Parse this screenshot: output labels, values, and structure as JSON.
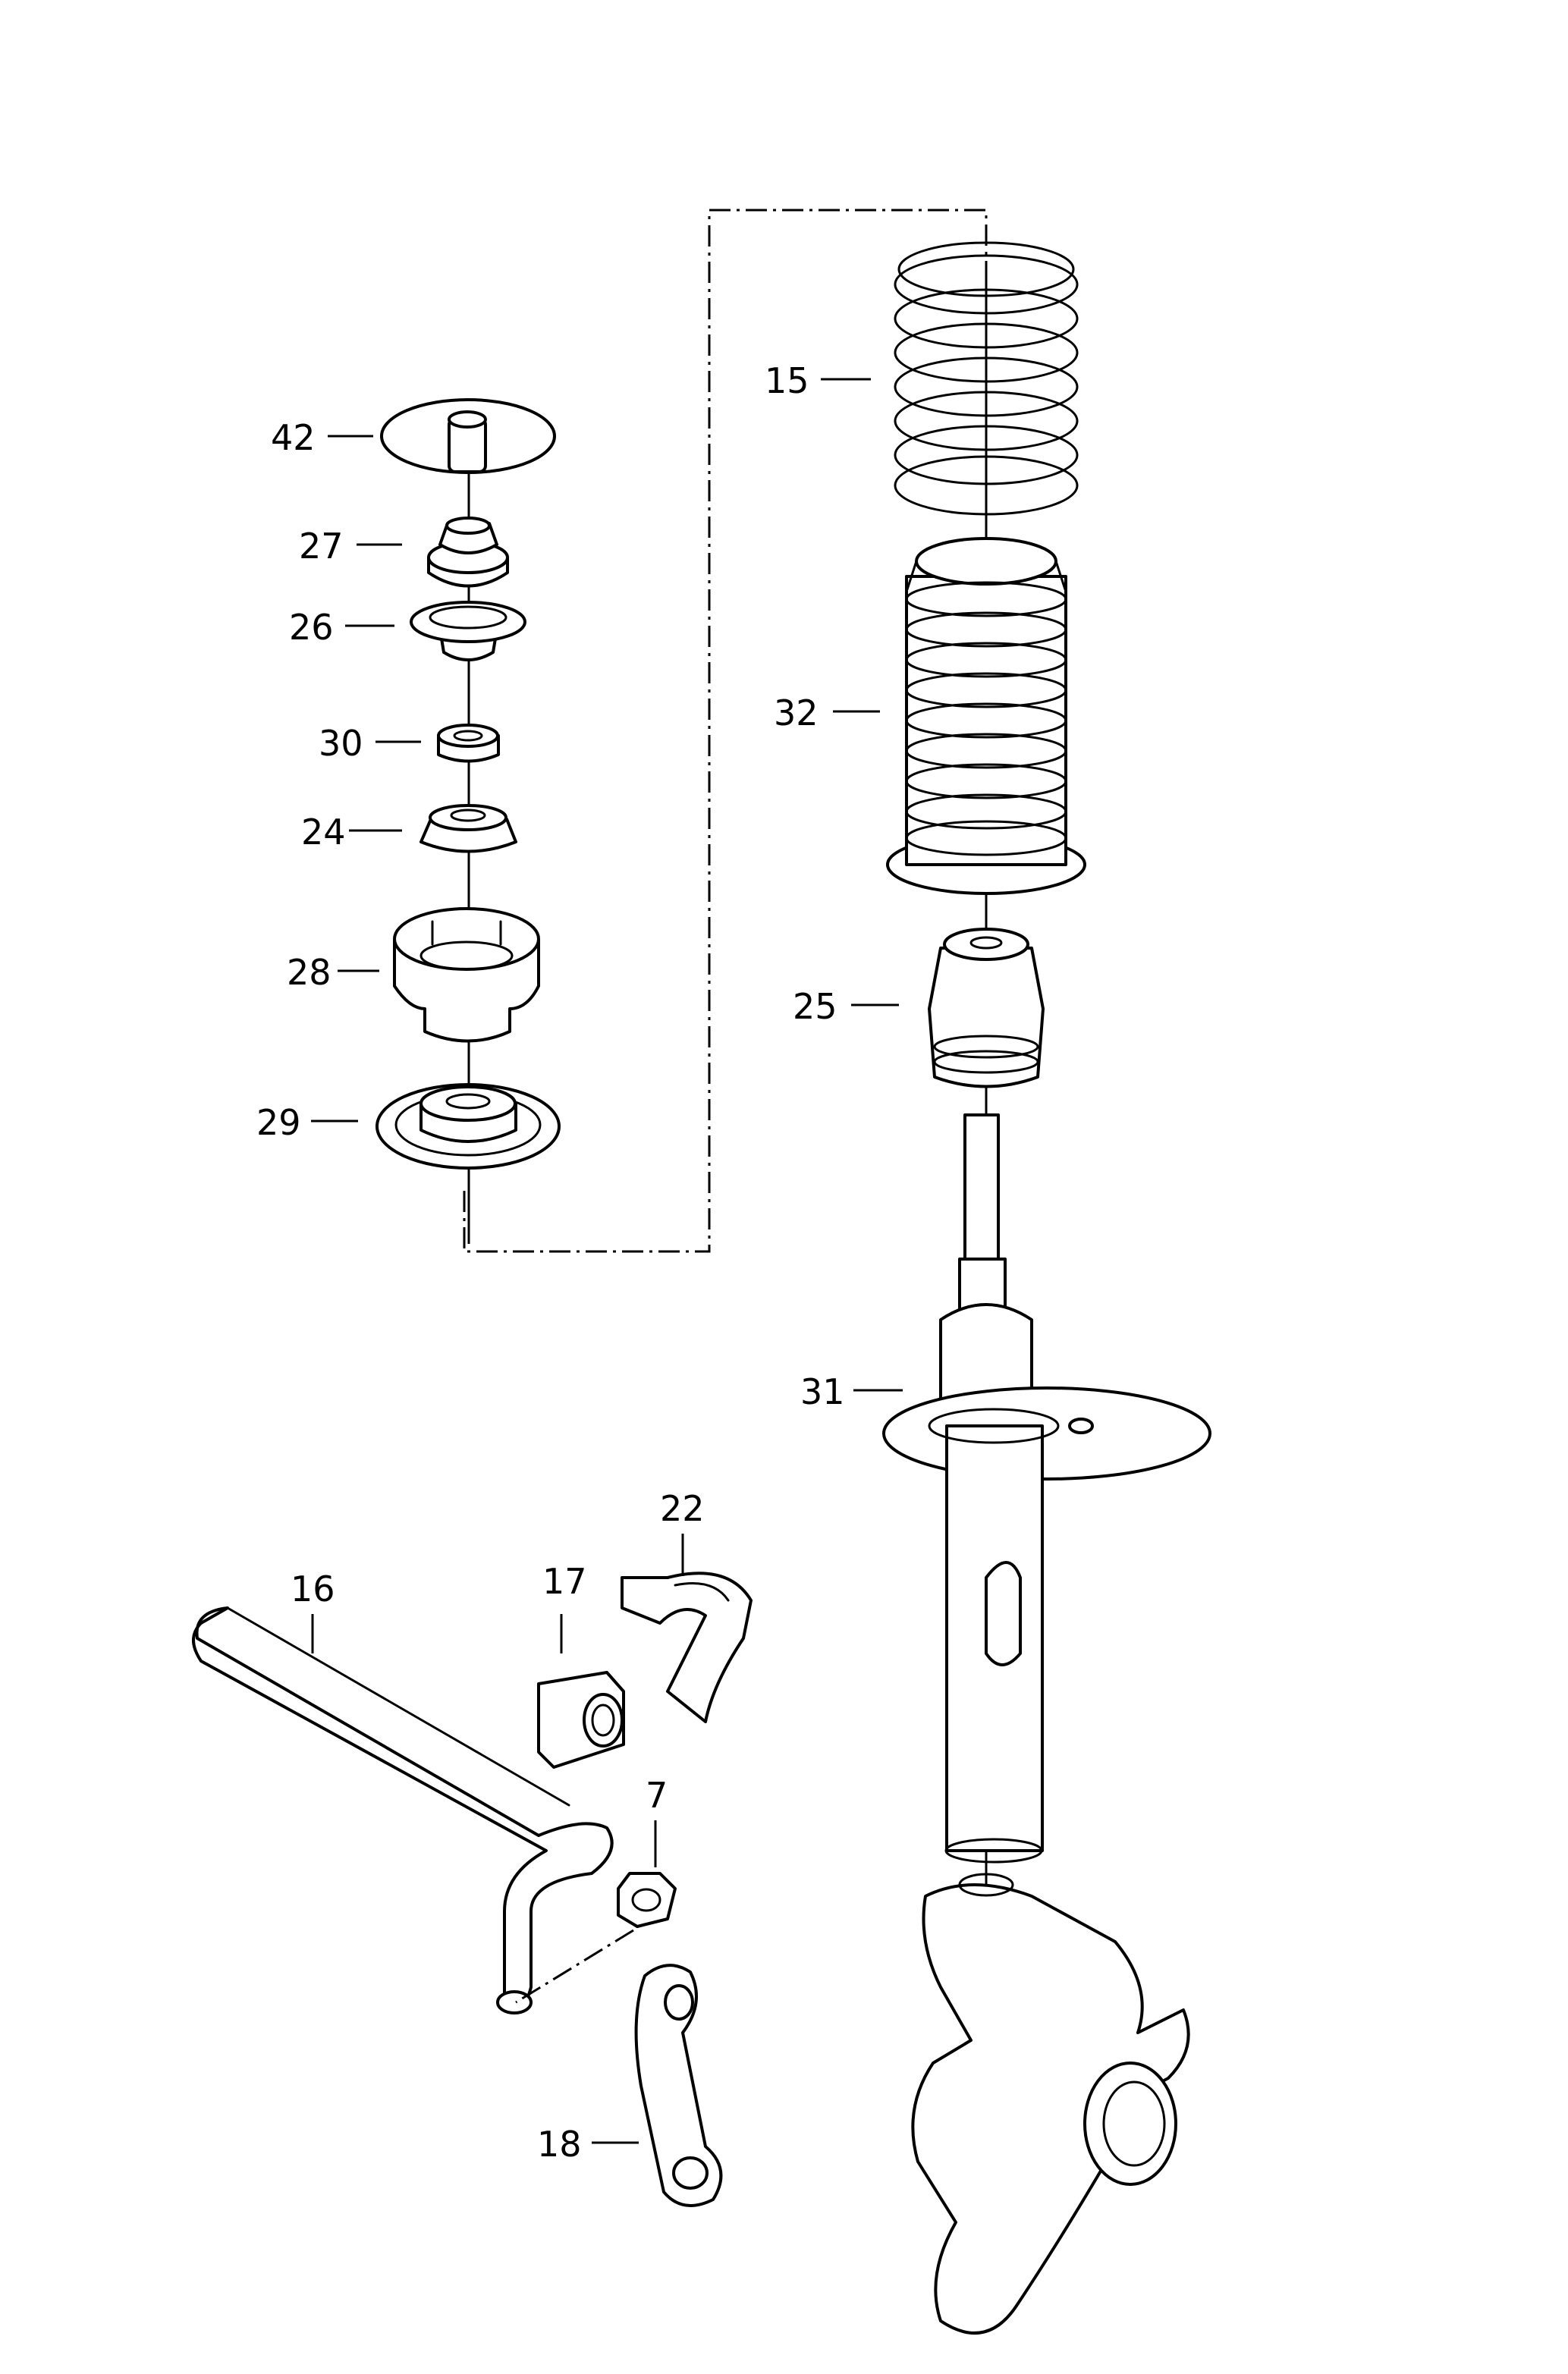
{
  "diagram": {
    "callouts": [
      {
        "id": "42",
        "label": "42"
      },
      {
        "id": "27",
        "label": "27"
      },
      {
        "id": "26",
        "label": "26"
      },
      {
        "id": "30",
        "label": "30"
      },
      {
        "id": "24",
        "label": "24"
      },
      {
        "id": "28",
        "label": "28"
      },
      {
        "id": "29",
        "label": "29"
      },
      {
        "id": "15",
        "label": "15"
      },
      {
        "id": "32",
        "label": "32"
      },
      {
        "id": "25",
        "label": "25"
      },
      {
        "id": "31",
        "label": "31"
      },
      {
        "id": "22",
        "label": "22"
      },
      {
        "id": "16",
        "label": "16"
      },
      {
        "id": "17",
        "label": "17"
      },
      {
        "id": "7",
        "label": "7"
      },
      {
        "id": "18",
        "label": "18"
      }
    ]
  }
}
